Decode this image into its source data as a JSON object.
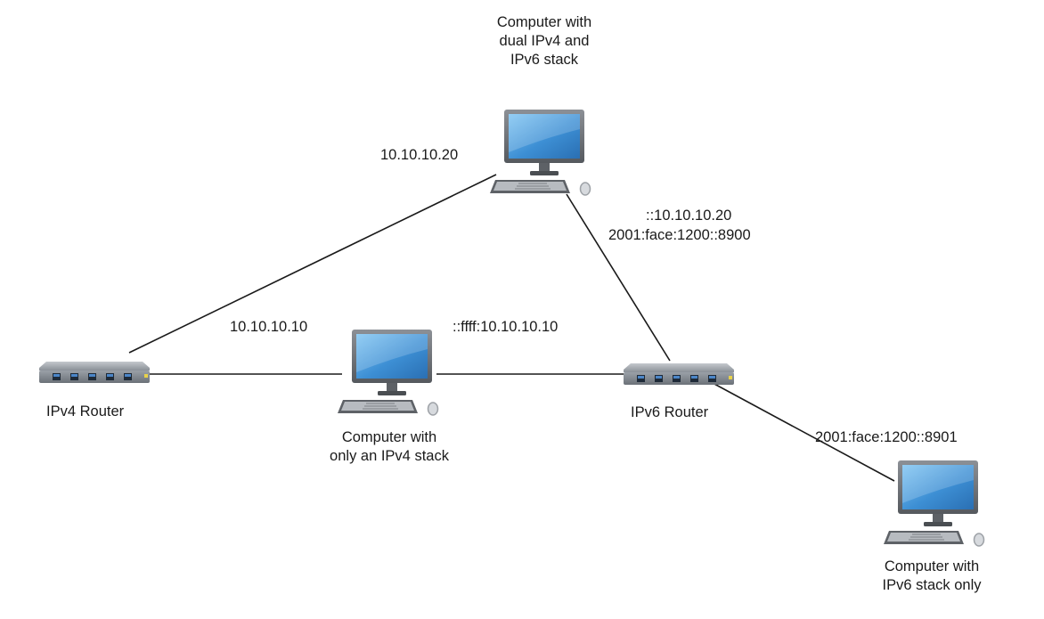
{
  "nodes": {
    "ipv4_router": {
      "label": "IPv4 Router"
    },
    "ipv6_router": {
      "label": "IPv6 Router"
    },
    "dual_computer": {
      "label_lines": [
        "Computer with",
        "dual IPv4 and",
        "IPv6 stack"
      ]
    },
    "ipv4_computer": {
      "label_lines": [
        "Computer with",
        "only an IPv4 stack"
      ]
    },
    "ipv6_computer": {
      "label_lines": [
        "Computer with",
        "IPv6 stack only"
      ]
    }
  },
  "addresses": {
    "dual_ipv4": "10.10.10.20",
    "dual_ipv6_mapped": "::10.10.10.20",
    "dual_ipv6": "2001:face:1200::8900",
    "ipv4_host_ipv4": "10.10.10.10",
    "ipv4_host_mapped": "::ffff:10.10.10.10",
    "ipv6_host": "2001:face:1200::8901"
  },
  "colors": {
    "monitor_screen": "#3d8fd4",
    "monitor_frame": "#6f7378",
    "router_body": "#8e949b",
    "router_port": "#4b86c8",
    "link": "#1a1a1a"
  }
}
